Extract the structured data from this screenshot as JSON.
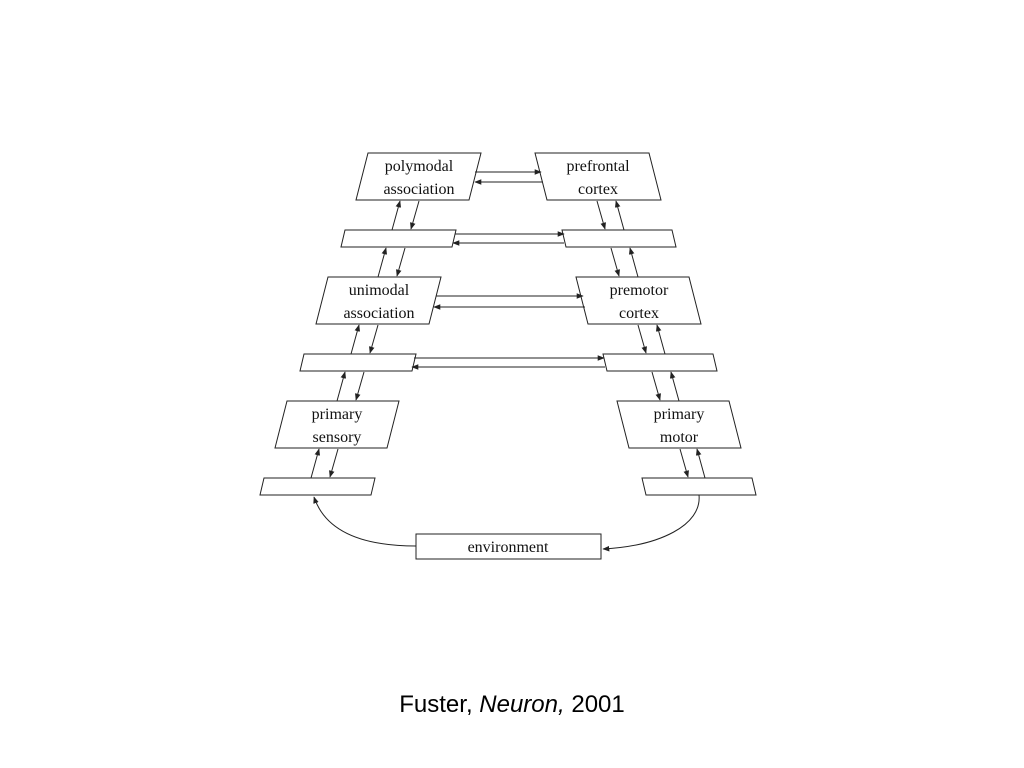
{
  "nodes": {
    "polymodal": {
      "line1": "polymodal",
      "line2": "association"
    },
    "prefrontal": {
      "line1": "prefrontal",
      "line2": "cortex"
    },
    "unimodal": {
      "line1": "unimodal",
      "line2": "association"
    },
    "premotor": {
      "line1": "premotor",
      "line2": "cortex"
    },
    "primary_sensory": {
      "line1": "primary",
      "line2": "sensory"
    },
    "primary_motor": {
      "line1": "primary",
      "line2": "motor"
    },
    "environment": {
      "label": "environment"
    }
  },
  "citation": {
    "author": "Fuster,",
    "journal": "Neuron,",
    "year": "2001"
  }
}
